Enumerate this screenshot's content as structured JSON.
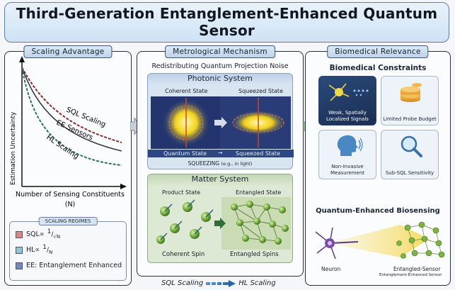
{
  "title": {
    "line1": "Third-Generation Entanglement-Enhanced Quantum",
    "line2": "Sensor"
  },
  "left_panel": {
    "tag": "Scaling Advantage",
    "y_axis_label": "Estimation Uncertainty",
    "x_axis_label_line1": "Number of Sensing Constituents",
    "x_axis_label_line2": "(N)",
    "curve_labels": [
      "SQL Scaling",
      "EE Sensors",
      "HL Scaling"
    ],
    "regimes": {
      "tag": "SCALING REGIMES",
      "sql_label": "SQL∝",
      "sql_num": "1",
      "sql_den": "√N",
      "hl_label": "HL∝",
      "hl_num": "1",
      "hl_den": "N",
      "ee_label": "EE: Entanglement Enhanced"
    },
    "colors": {
      "sql": "#c0504d",
      "hl": "#5aa9c7",
      "ee": "#4f6fb0"
    }
  },
  "mid_panel": {
    "tag": "Metrological Mechanism",
    "subtitle": "Redistributing Quantum Projection Noise",
    "photonic": {
      "title": "Photonic System",
      "coherent": "Coherent State",
      "squeezed": "Squeezed State",
      "quantum_state": "Quantum State",
      "squeezed_state_bottom": "Squeezed State",
      "squeezing_bold": "SQUEEZING",
      "squeezing_note": "(e.g., in light)"
    },
    "matter": {
      "title": "Matter System",
      "product": "Product State",
      "entangled": "Entangled State",
      "coherent_spin": "Coherent Spin",
      "entangled_spins": "Entangled Spins"
    }
  },
  "bottom_flow": {
    "from": "SQL Scaling",
    "to": "HL Scaling"
  },
  "right_panel": {
    "tag": "Biomedical Relevance",
    "constraints_title": "Biomedical Constraints",
    "tiles": [
      "Weak, Spatially Localized Signals",
      "Limited Probe Budget",
      "Non-Invasive Measurement",
      "Sub-SQL Sensitivity"
    ],
    "biosensing_title": "Quantum-Enhanced Biosensing",
    "neuron_label": "Neuron",
    "sensor_label": "Entangled-Sensor",
    "sensor_sub": "Entanglement-Enhanced Sensor"
  }
}
